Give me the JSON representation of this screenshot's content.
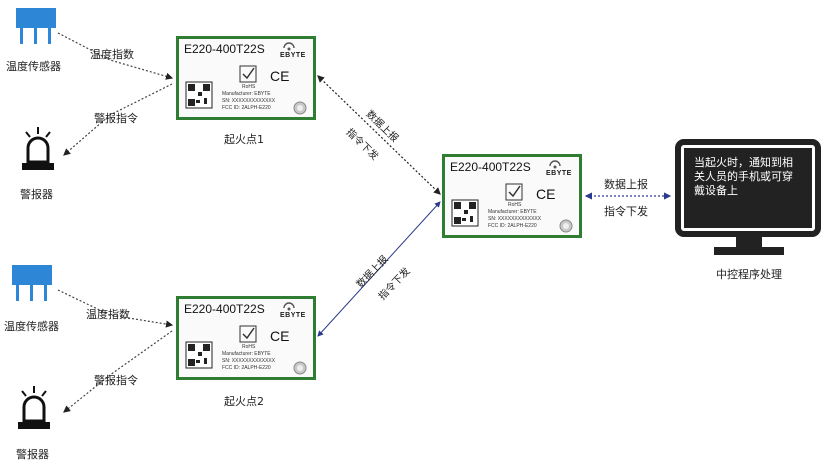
{
  "modules": {
    "m1": {
      "model": "E220-400T22S",
      "brand": "EBYTE",
      "manufacturer": "Manufacturer: EBYTE",
      "sn": "SN: XXXXXXXXXXXXX",
      "fcc": "FCC ID: 2ALPH-E220",
      "rohs": "RoHS",
      "ce": "CE"
    },
    "m2": {
      "model": "E220-400T22S",
      "brand": "EBYTE",
      "manufacturer": "Manufacturer: EBYTE",
      "sn": "SN: XXXXXXXXXXXXX",
      "fcc": "FCC ID: 2ALPH-E220",
      "rohs": "RoHS",
      "ce": "CE"
    },
    "m3": {
      "model": "E220-400T22S",
      "brand": "EBYTE",
      "manufacturer": "Manufacturer: EBYTE",
      "sn": "SN: XXXXXXXXXXXXX",
      "fcc": "FCC ID: 2ALPH-E220",
      "rohs": "RoHS",
      "ce": "CE"
    }
  },
  "labels": {
    "temp_sensor": "温度传感器",
    "alarm": "警报器",
    "temp_index": "温度指数",
    "alarm_cmd": "警报指令",
    "fire_point_1": "起火点1",
    "fire_point_2": "起火点2",
    "data_report": "数据上报",
    "cmd_send": "指令下发",
    "central": "中控程序处理",
    "screen_text": "当起火时，通知到相关人员的手机或可穿戴设备上"
  },
  "colors": {
    "sensor_blue": "#2e86d6",
    "alarm_black": "#111111",
    "link_blue": "#2b3a8c",
    "board_green": "#2e7d32",
    "monitor": "#222222"
  },
  "icons": {
    "sensor": "temperature-sensor-icon",
    "alarm": "alarm-light-icon",
    "monitor": "monitor-icon"
  }
}
